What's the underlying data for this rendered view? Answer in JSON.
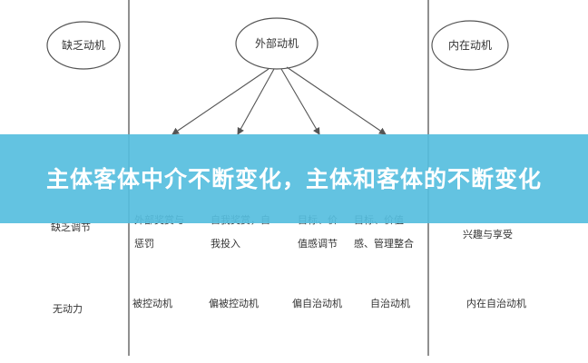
{
  "diagram": {
    "nodes": {
      "lack_motivation": "缺乏动机",
      "external_motivation": "外部动机",
      "internal_motivation": "内在动机"
    },
    "rows": {
      "regulation": [
        "缺乏调节",
        [
          "外部奖赏与",
          "惩罚"
        ],
        [
          "自我奖赏，自",
          "我投入"
        ],
        [
          "目标、价",
          "值感调节"
        ],
        [
          "目标、价值",
          "感、管理整合"
        ],
        "兴趣与享受"
      ],
      "motivation": [
        "无动力",
        "被控动机",
        "偏被控动机",
        "偏自治动机",
        "自治动机",
        "内在自治动机"
      ]
    }
  },
  "banner": {
    "title": "主体客体中介不断变化，主体和客体的不断变化"
  }
}
